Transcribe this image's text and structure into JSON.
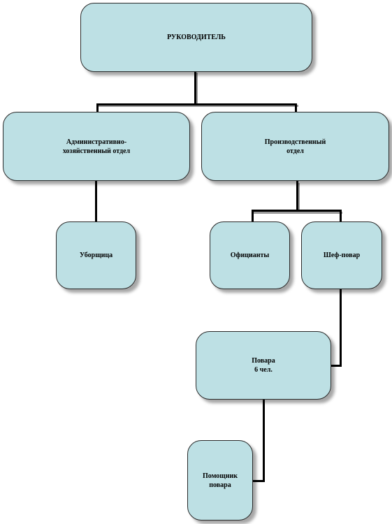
{
  "diagram": {
    "nodes": {
      "director": "РУКОВОДИТЕЛЬ",
      "admin_dept": "Административно-\nхозяйственный  отдел",
      "prod_dept": "Производственный\nотдел",
      "cleaner": "Уборщица",
      "waiters": "Официанты",
      "chef": "Шеф-повар",
      "cooks": "Повара\n6  чел.",
      "cook_assistant": "Помощник\nповара"
    },
    "colors": {
      "node_fill": "#bde0e4",
      "border": "#2a2a2a",
      "connector": "#000000"
    }
  }
}
